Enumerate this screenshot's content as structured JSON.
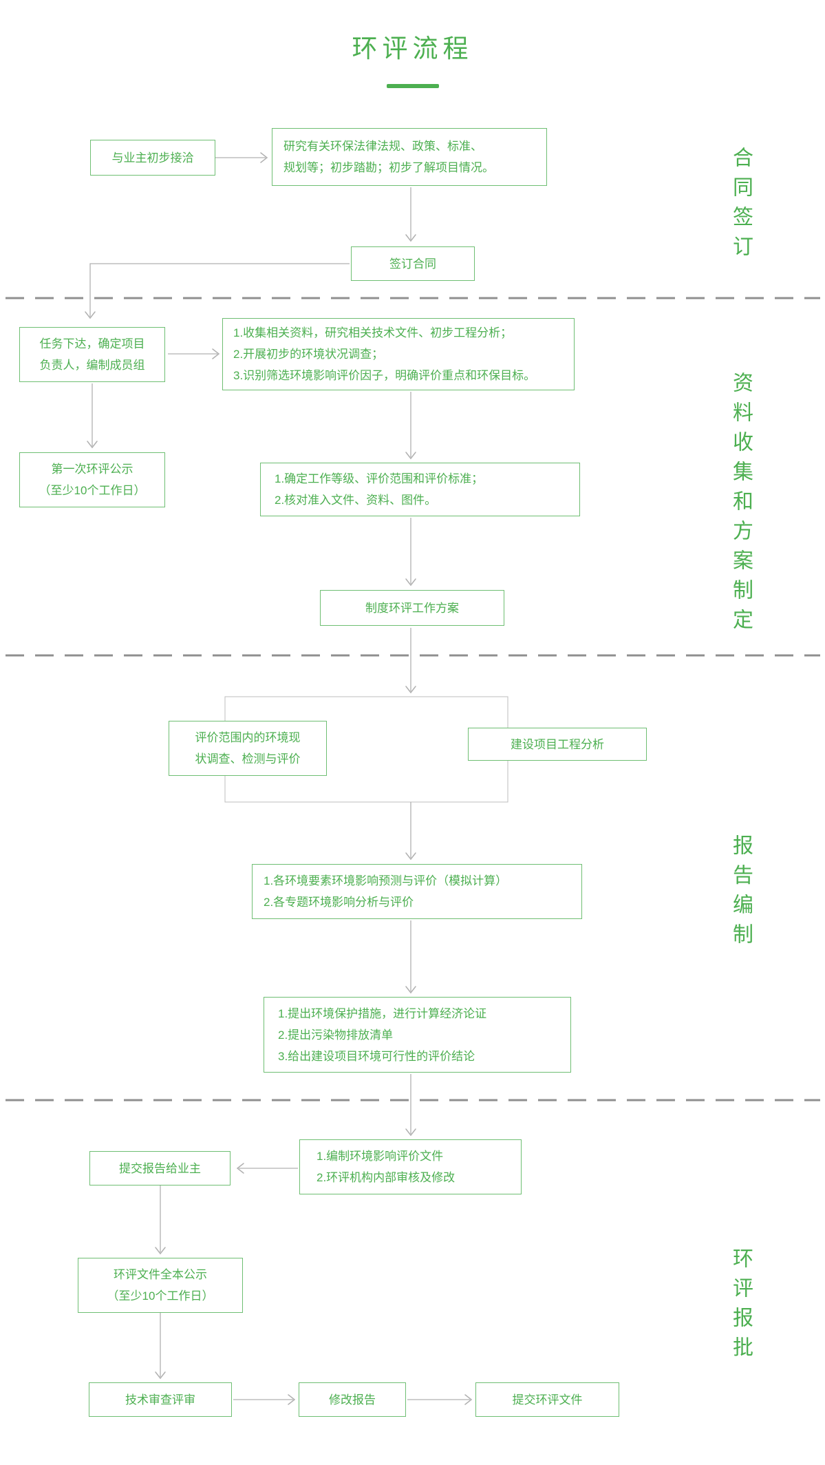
{
  "title": "环评流程",
  "stages": [
    {
      "label": "合同签订"
    },
    {
      "label": "资料收集和方案制定"
    },
    {
      "label": "报告编制"
    },
    {
      "label": "环评报批"
    }
  ],
  "boxes": {
    "initial_contact": {
      "lines": [
        "与业主初步接洽"
      ]
    },
    "research": {
      "lines": [
        "研究有关环保法律法规、政策、标准、",
        "规划等；初步踏勘；初步了解项目情况。"
      ]
    },
    "sign_contract": {
      "lines": [
        "签订合同"
      ]
    },
    "task_assign": {
      "lines": [
        "任务下达，确定项目",
        "负责人，编制成员组"
      ]
    },
    "collect_info": {
      "lines": [
        "1.收集相关资料，研究相关技术文件、初步工程分析；",
        "2.开展初步的环境状况调查；",
        "3.识别筛选环境影响评价因子，明确评价重点和环保目标。"
      ]
    },
    "first_publicity": {
      "lines": [
        "第一次环评公示",
        "（至少10个工作日）"
      ]
    },
    "determine_level": {
      "lines": [
        "1.确定工作等级、评价范围和评价标准；",
        "2.核对准入文件、资料、图件。"
      ]
    },
    "work_plan": {
      "lines": [
        "制度环评工作方案"
      ]
    },
    "status_survey": {
      "lines": [
        "评价范围内的环境现",
        "状调查、检测与评价"
      ]
    },
    "project_analysis": {
      "lines": [
        "建设项目工程分析"
      ]
    },
    "impact_prediction": {
      "lines": [
        "1.各环境要素环境影响预测与评价（模拟计算）",
        "2.各专题环境影响分析与评价"
      ]
    },
    "protection_measures": {
      "lines": [
        "1.提出环境保护措施，进行计算经济论证",
        "2.提出污染物排放清单",
        "3.给出建设项目环境可行性的评价结论"
      ]
    },
    "compile_docs": {
      "lines": [
        "1.编制环境影响评价文件",
        "2.环评机构内部审核及修改"
      ]
    },
    "submit_to_owner": {
      "lines": [
        "提交报告给业主"
      ]
    },
    "full_publicity": {
      "lines": [
        "环评文件全本公示",
        "（至少10个工作日）"
      ]
    },
    "tech_review": {
      "lines": [
        "技术审查评审"
      ]
    },
    "revise_report": {
      "lines": [
        "修改报告"
      ]
    },
    "submit_eia": {
      "lines": [
        "提交环评文件"
      ]
    }
  },
  "colors": {
    "green": "#4caf50",
    "green_border": "#6ebe72",
    "line_gray": "#b0b0b0",
    "dash_gray": "#8f8f8f",
    "container_gray": "#bcbcbc"
  }
}
